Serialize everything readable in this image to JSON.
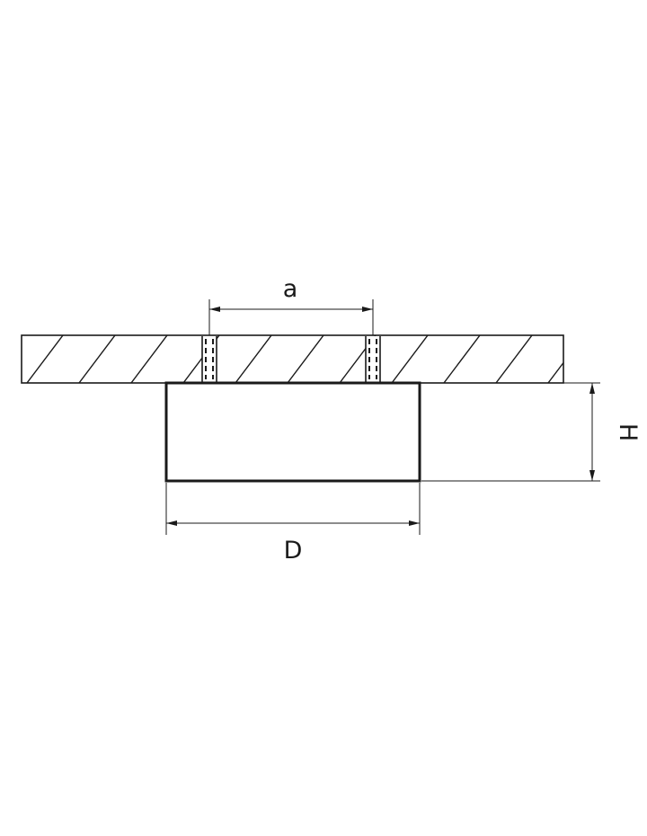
{
  "labels": {
    "a": "a",
    "H": "H",
    "D": "D"
  },
  "colors": {
    "line": "#1a1a1a",
    "background": "#ffffff"
  }
}
